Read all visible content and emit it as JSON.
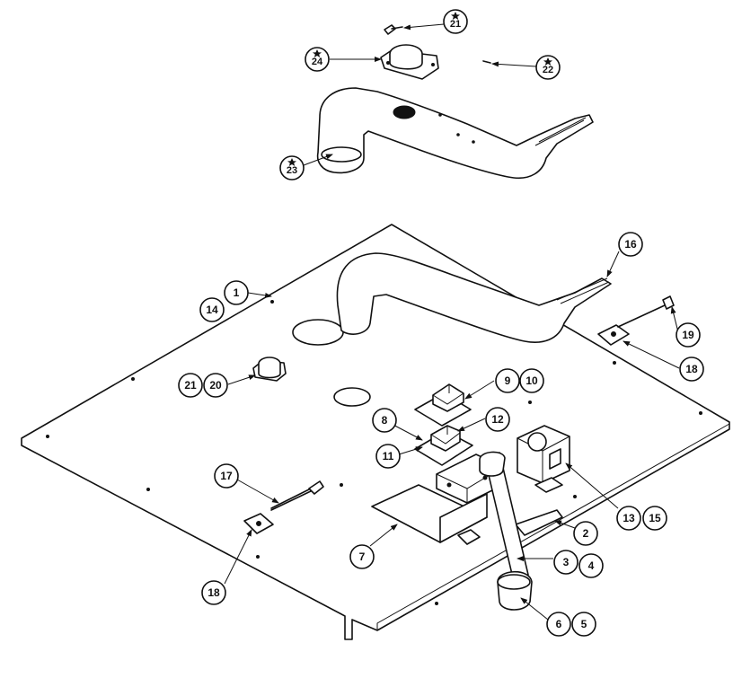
{
  "diagram": {
    "callouts": [
      {
        "id": "c21-top",
        "label": "21",
        "starred": true
      },
      {
        "id": "c24",
        "label": "24",
        "starred": true
      },
      {
        "id": "c22",
        "label": "22",
        "starred": true
      },
      {
        "id": "c23",
        "label": "23",
        "starred": true
      },
      {
        "id": "c16-top",
        "label": "16",
        "starred": false
      },
      {
        "id": "c1",
        "label": "1",
        "starred": false
      },
      {
        "id": "c14",
        "label": "14",
        "starred": false
      },
      {
        "id": "c19",
        "label": "19",
        "starred": false
      },
      {
        "id": "c18-right",
        "label": "18",
        "starred": false
      },
      {
        "id": "c21-mid",
        "label": "21",
        "starred": false
      },
      {
        "id": "c20",
        "label": "20",
        "starred": false
      },
      {
        "id": "c9",
        "label": "9",
        "starred": false
      },
      {
        "id": "c10",
        "label": "10",
        "starred": false
      },
      {
        "id": "c8",
        "label": "8",
        "starred": false
      },
      {
        "id": "c12",
        "label": "12",
        "starred": false
      },
      {
        "id": "c11",
        "label": "11",
        "starred": false
      },
      {
        "id": "c17",
        "label": "17",
        "starred": false
      },
      {
        "id": "c13",
        "label": "13",
        "starred": false
      },
      {
        "id": "c15",
        "label": "15",
        "starred": false
      },
      {
        "id": "c2",
        "label": "2",
        "starred": false
      },
      {
        "id": "c7",
        "label": "7",
        "starred": false
      },
      {
        "id": "c3",
        "label": "3",
        "starred": false
      },
      {
        "id": "c4",
        "label": "4",
        "starred": false
      },
      {
        "id": "c18-left",
        "label": "18",
        "starred": false
      },
      {
        "id": "c6",
        "label": "6",
        "starred": false
      },
      {
        "id": "c5",
        "label": "5",
        "starred": false
      }
    ]
  }
}
